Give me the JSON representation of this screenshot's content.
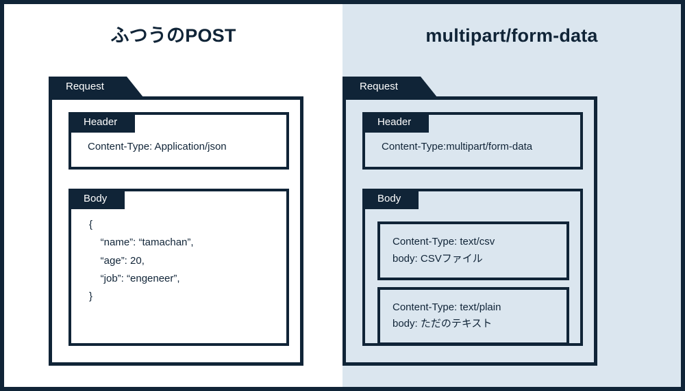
{
  "colors": {
    "navy": "#102437",
    "panel_right_bg": "#dbe6ef",
    "panel_left_bg": "#ffffff",
    "text_on_navy": "#ffffff"
  },
  "panels": [
    {
      "title": "ふつうのPOST",
      "request_tab_label": "Request",
      "header": {
        "label": "Header",
        "text": "Content-Type: Application/json"
      },
      "body": {
        "label": "Body",
        "code": "{\n    “name”: “tamachan”,\n    “age”: 20,\n    “job”: “engeneer”,\n}"
      }
    },
    {
      "title": "multipart/form-data",
      "request_tab_label": "Request",
      "header": {
        "label": "Header",
        "text": "Content-Type:multipart/form-data"
      },
      "body": {
        "label": "Body",
        "parts": [
          {
            "content_type": "Content-Type: text/csv",
            "body": "body: CSVファイル"
          },
          {
            "content_type": "Content-Type: text/plain",
            "body": "body: ただのテキスト"
          }
        ]
      }
    }
  ]
}
